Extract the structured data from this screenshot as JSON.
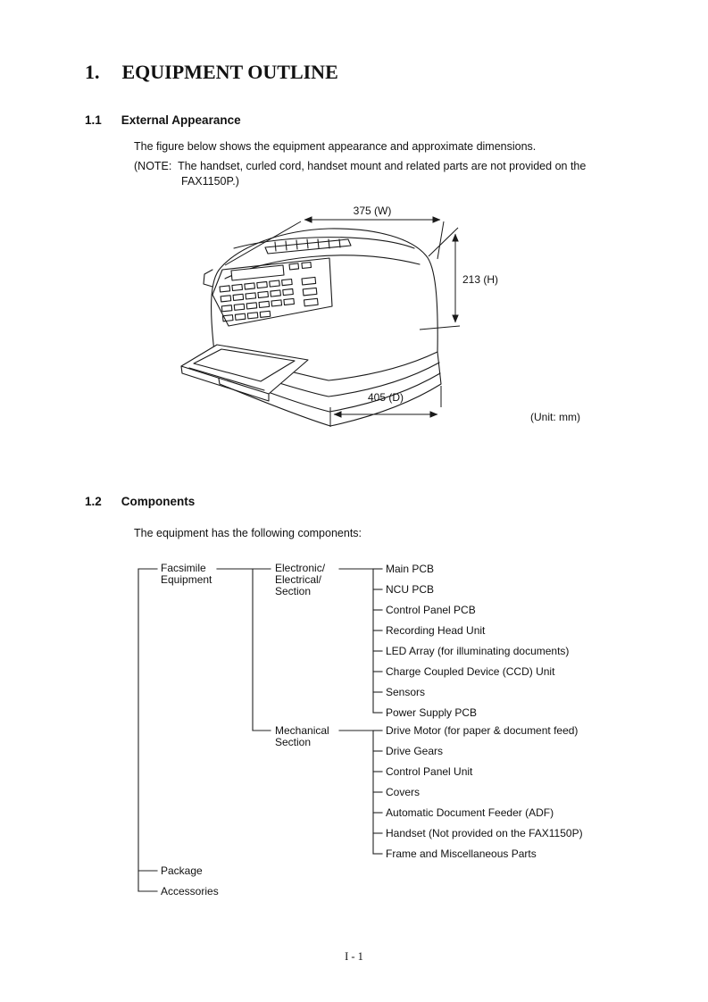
{
  "page": {
    "title_number": "1.",
    "title_text": "EQUIPMENT OUTLINE",
    "footer": "I - 1"
  },
  "external": {
    "number": "1.1",
    "heading": "External Appearance",
    "intro": "The figure below shows the equipment appearance and approximate dimensions.",
    "note_line1": "(NOTE:  The handset, curled cord, handset mount and related parts are not provided on the",
    "note_line2": "FAX1150P.)"
  },
  "figure": {
    "dim_width": "375 (W)",
    "dim_height": "213 (H)",
    "dim_depth": "405 (D)",
    "unit_note": "(Unit: mm)"
  },
  "components": {
    "number": "1.2",
    "heading": "Components",
    "intro": "The equipment has the following components:",
    "tree": {
      "root_line1": "Facsimile",
      "root_line2": "Equipment",
      "electronic_line1": "Electronic/",
      "electronic_line2": "Electrical/",
      "electronic_line3": "Section",
      "electronic_items": [
        "Main PCB",
        "NCU PCB",
        "Control Panel PCB",
        "Recording Head Unit",
        "LED Array (for illuminating documents)",
        "Charge Coupled Device (CCD) Unit",
        "Sensors",
        "Power Supply PCB"
      ],
      "mechanical_line1": "Mechanical",
      "mechanical_line2": "Section",
      "mechanical_items": [
        "Drive Motor (for paper & document feed)",
        "Drive Gears",
        "Control Panel Unit",
        "Covers",
        "Automatic Document Feeder (ADF)",
        "Handset (Not provided on the FAX1150P)",
        "Frame and Miscellaneous Parts"
      ],
      "package": "Package",
      "accessories": "Accessories"
    }
  }
}
